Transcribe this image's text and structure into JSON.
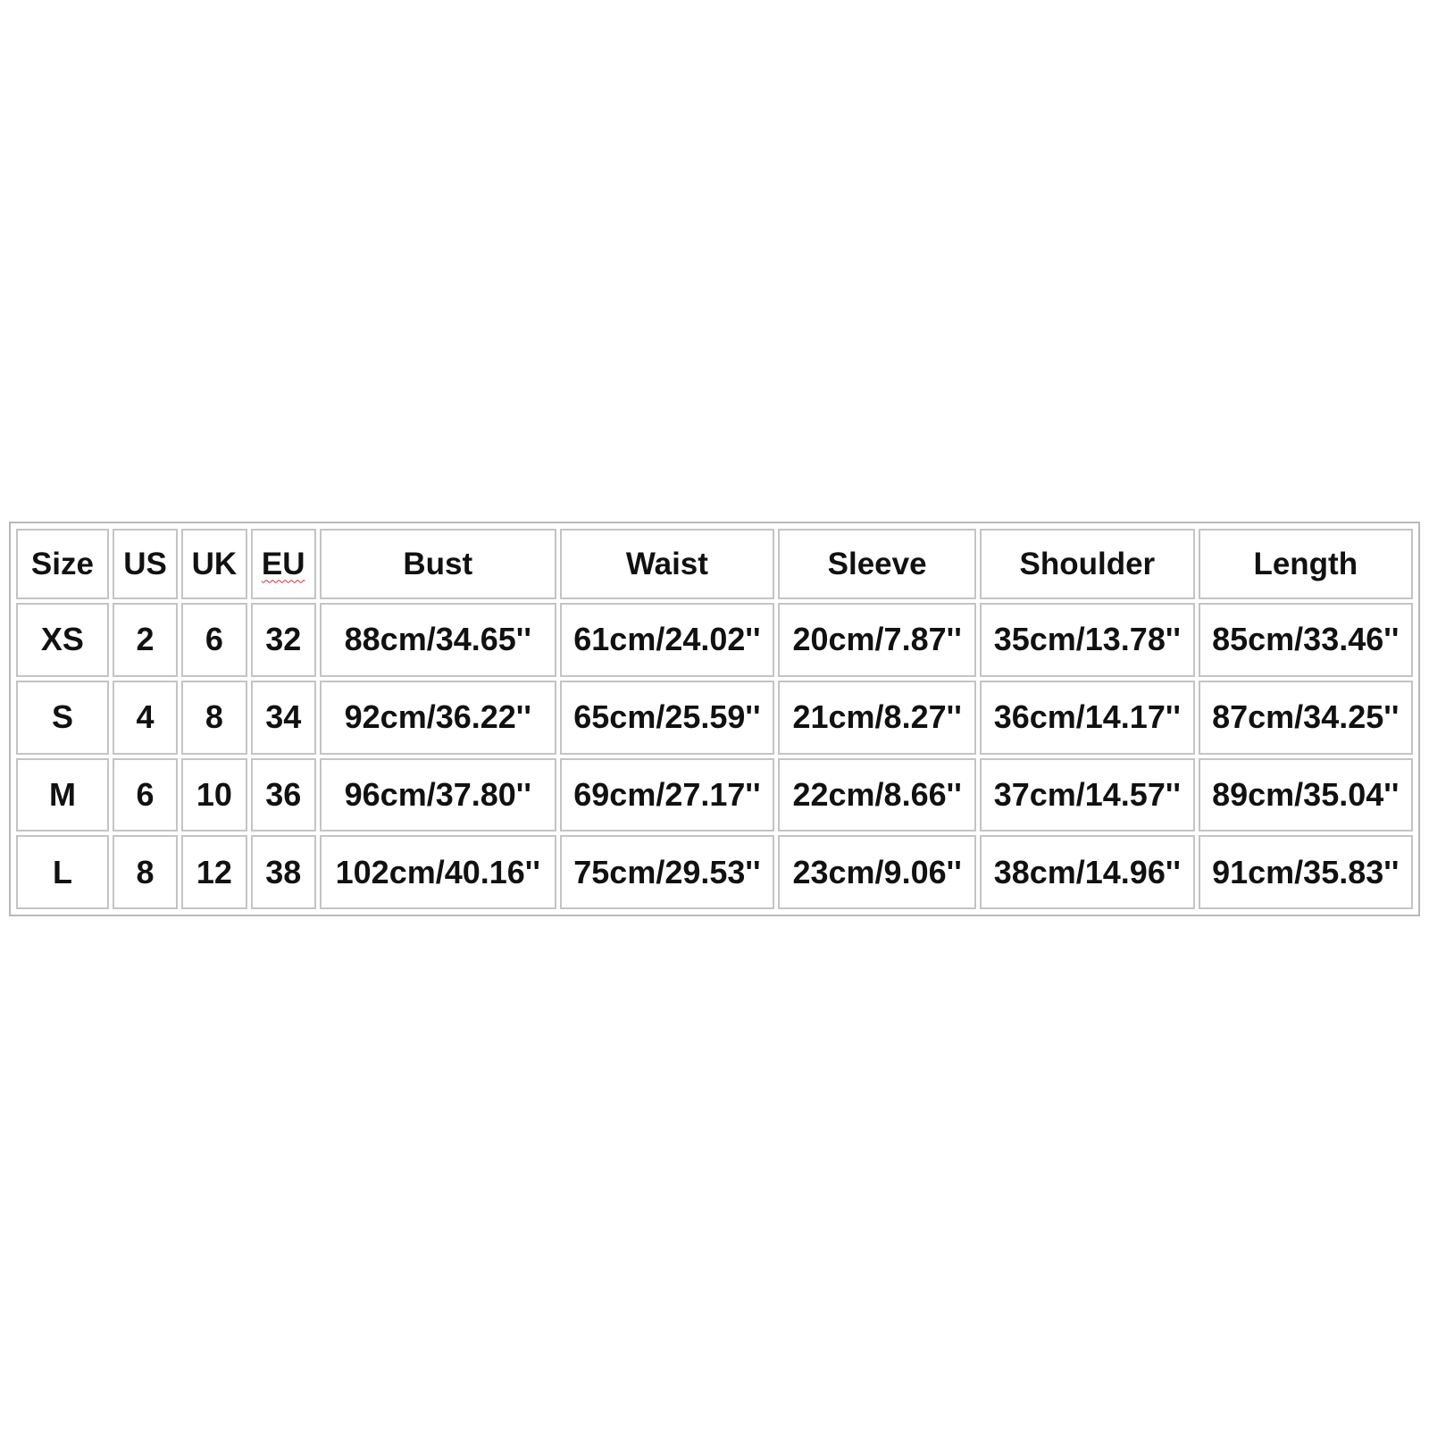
{
  "table": {
    "headers": [
      "Size",
      "US",
      "UK",
      "EU",
      "Bust",
      "Waist",
      "Sleeve",
      "Shoulder",
      "Length"
    ],
    "rows": [
      [
        "XS",
        "2",
        "6",
        "32",
        "88cm/34.65''",
        "61cm/24.02''",
        "20cm/7.87''",
        "35cm/13.78''",
        "85cm/33.46''"
      ],
      [
        "S",
        "4",
        "8",
        "34",
        "92cm/36.22''",
        "65cm/25.59''",
        "21cm/8.27''",
        "36cm/14.17''",
        "87cm/34.25''"
      ],
      [
        "M",
        "6",
        "10",
        "36",
        "96cm/37.80''",
        "69cm/27.17''",
        "22cm/8.66''",
        "37cm/14.57''",
        "89cm/35.04''"
      ],
      [
        "L",
        "8",
        "12",
        "38",
        "102cm/40.16''",
        "75cm/29.53''",
        "23cm/9.06''",
        "38cm/14.96''",
        "91cm/35.83''"
      ]
    ]
  },
  "colors": {
    "text": "#111111",
    "border": "#c4c4c4",
    "spellcheck_underline": "#d03030"
  }
}
